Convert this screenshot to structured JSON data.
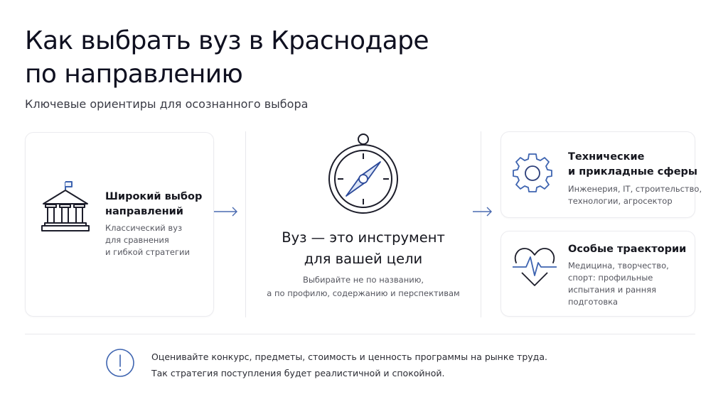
{
  "header": {
    "title_line1": "Как выбрать вуз в Краснодаре",
    "title_line2": "по направлению",
    "subtitle": "Ключевые ориентиры для осознанного выбора"
  },
  "left_card": {
    "icon": "university-building-icon",
    "title_line1": "Широкий выбор",
    "title_line2": "направлений",
    "text_line1": "Классический вуз",
    "text_line2": "для сравнения",
    "text_line3": "и гибкой стратегии"
  },
  "center": {
    "icon": "compass-icon",
    "title_line1": "Вуз — это инструмент",
    "title_line2": "для вашей цели",
    "text_line1": "Выбирайте не по названию,",
    "text_line2": "а по профилю, содержанию и перспективам"
  },
  "right_cards": [
    {
      "icon": "gear-icon",
      "title_line1": "Технические",
      "title_line2": "и прикладные сферы",
      "text_line1": "Инженерия, IT, строительство,",
      "text_line2": "технологии, агросектор"
    },
    {
      "icon": "heartbeat-icon",
      "title_line1": "Особые траектории",
      "text_line1": "Медицина, творчество,",
      "text_line2": "спорт: профильные",
      "text_line3": "испытания и ранняя",
      "text_line4": "подготовка"
    }
  ],
  "footer_note": {
    "icon": "exclamation-info-icon",
    "line1": "Оценивайте конкурс, предметы, стоимость и ценность программы на рынке труда.",
    "line2": "Так стратегия поступления будет реалистичной и спокойной."
  },
  "colors": {
    "accent": "#3e64b0",
    "text_dark": "#14141f",
    "text_muted": "#55565f",
    "border": "#ebebef"
  }
}
